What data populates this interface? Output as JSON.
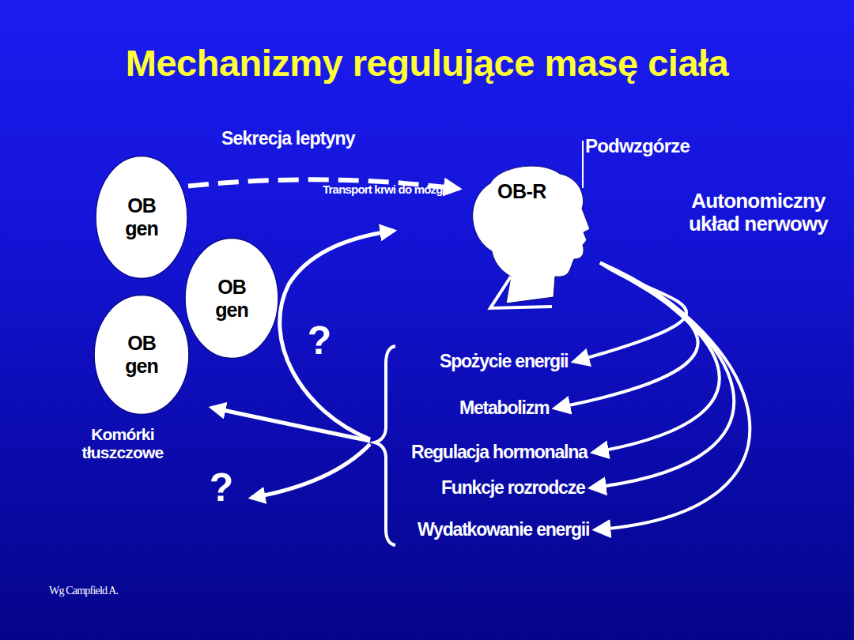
{
  "diagram": {
    "title": "Mechanizmy regulujące masę ciała",
    "nodes": [
      {
        "text": [
          "OB gen"
        ]
      },
      {
        "text": [
          "OB gen"
        ]
      },
      {
        "text": [
          "OB gen"
        ]
      },
      {
        "text": [
          "OB-R"
        ]
      },
      {
        "text": [
          "Spożycie energii"
        ]
      },
      {
        "text": [
          "Metabolizm"
        ]
      },
      {
        "text": [
          "Regulacja hormonalna"
        ]
      },
      {
        "text": [
          "Funkcje rozrodcze"
        ]
      },
      {
        "text": [
          "Wydatkowanie energii"
        ]
      }
    ],
    "edges": [
      {
        "from": 0,
        "to": 3,
        "label": "Sekrecja leptyny",
        "arrow": "to"
      },
      {
        "from": 3,
        "to": 4,
        "arrow": "to"
      },
      {
        "from": 3,
        "to": 5,
        "arrow": "to"
      },
      {
        "from": 3,
        "to": 6,
        "arrow": "to"
      },
      {
        "from": 3,
        "to": 7,
        "arrow": "to"
      },
      {
        "from": 3,
        "to": 8,
        "arrow": "to"
      }
    ],
    "labels": [
      "Podwzgórze",
      "Transport krwi do mózgu",
      "Autonomiczny układ nerwowy",
      "?",
      "Komórki tłuszczowe",
      "?",
      "Wg Campfield A."
    ]
  }
}
